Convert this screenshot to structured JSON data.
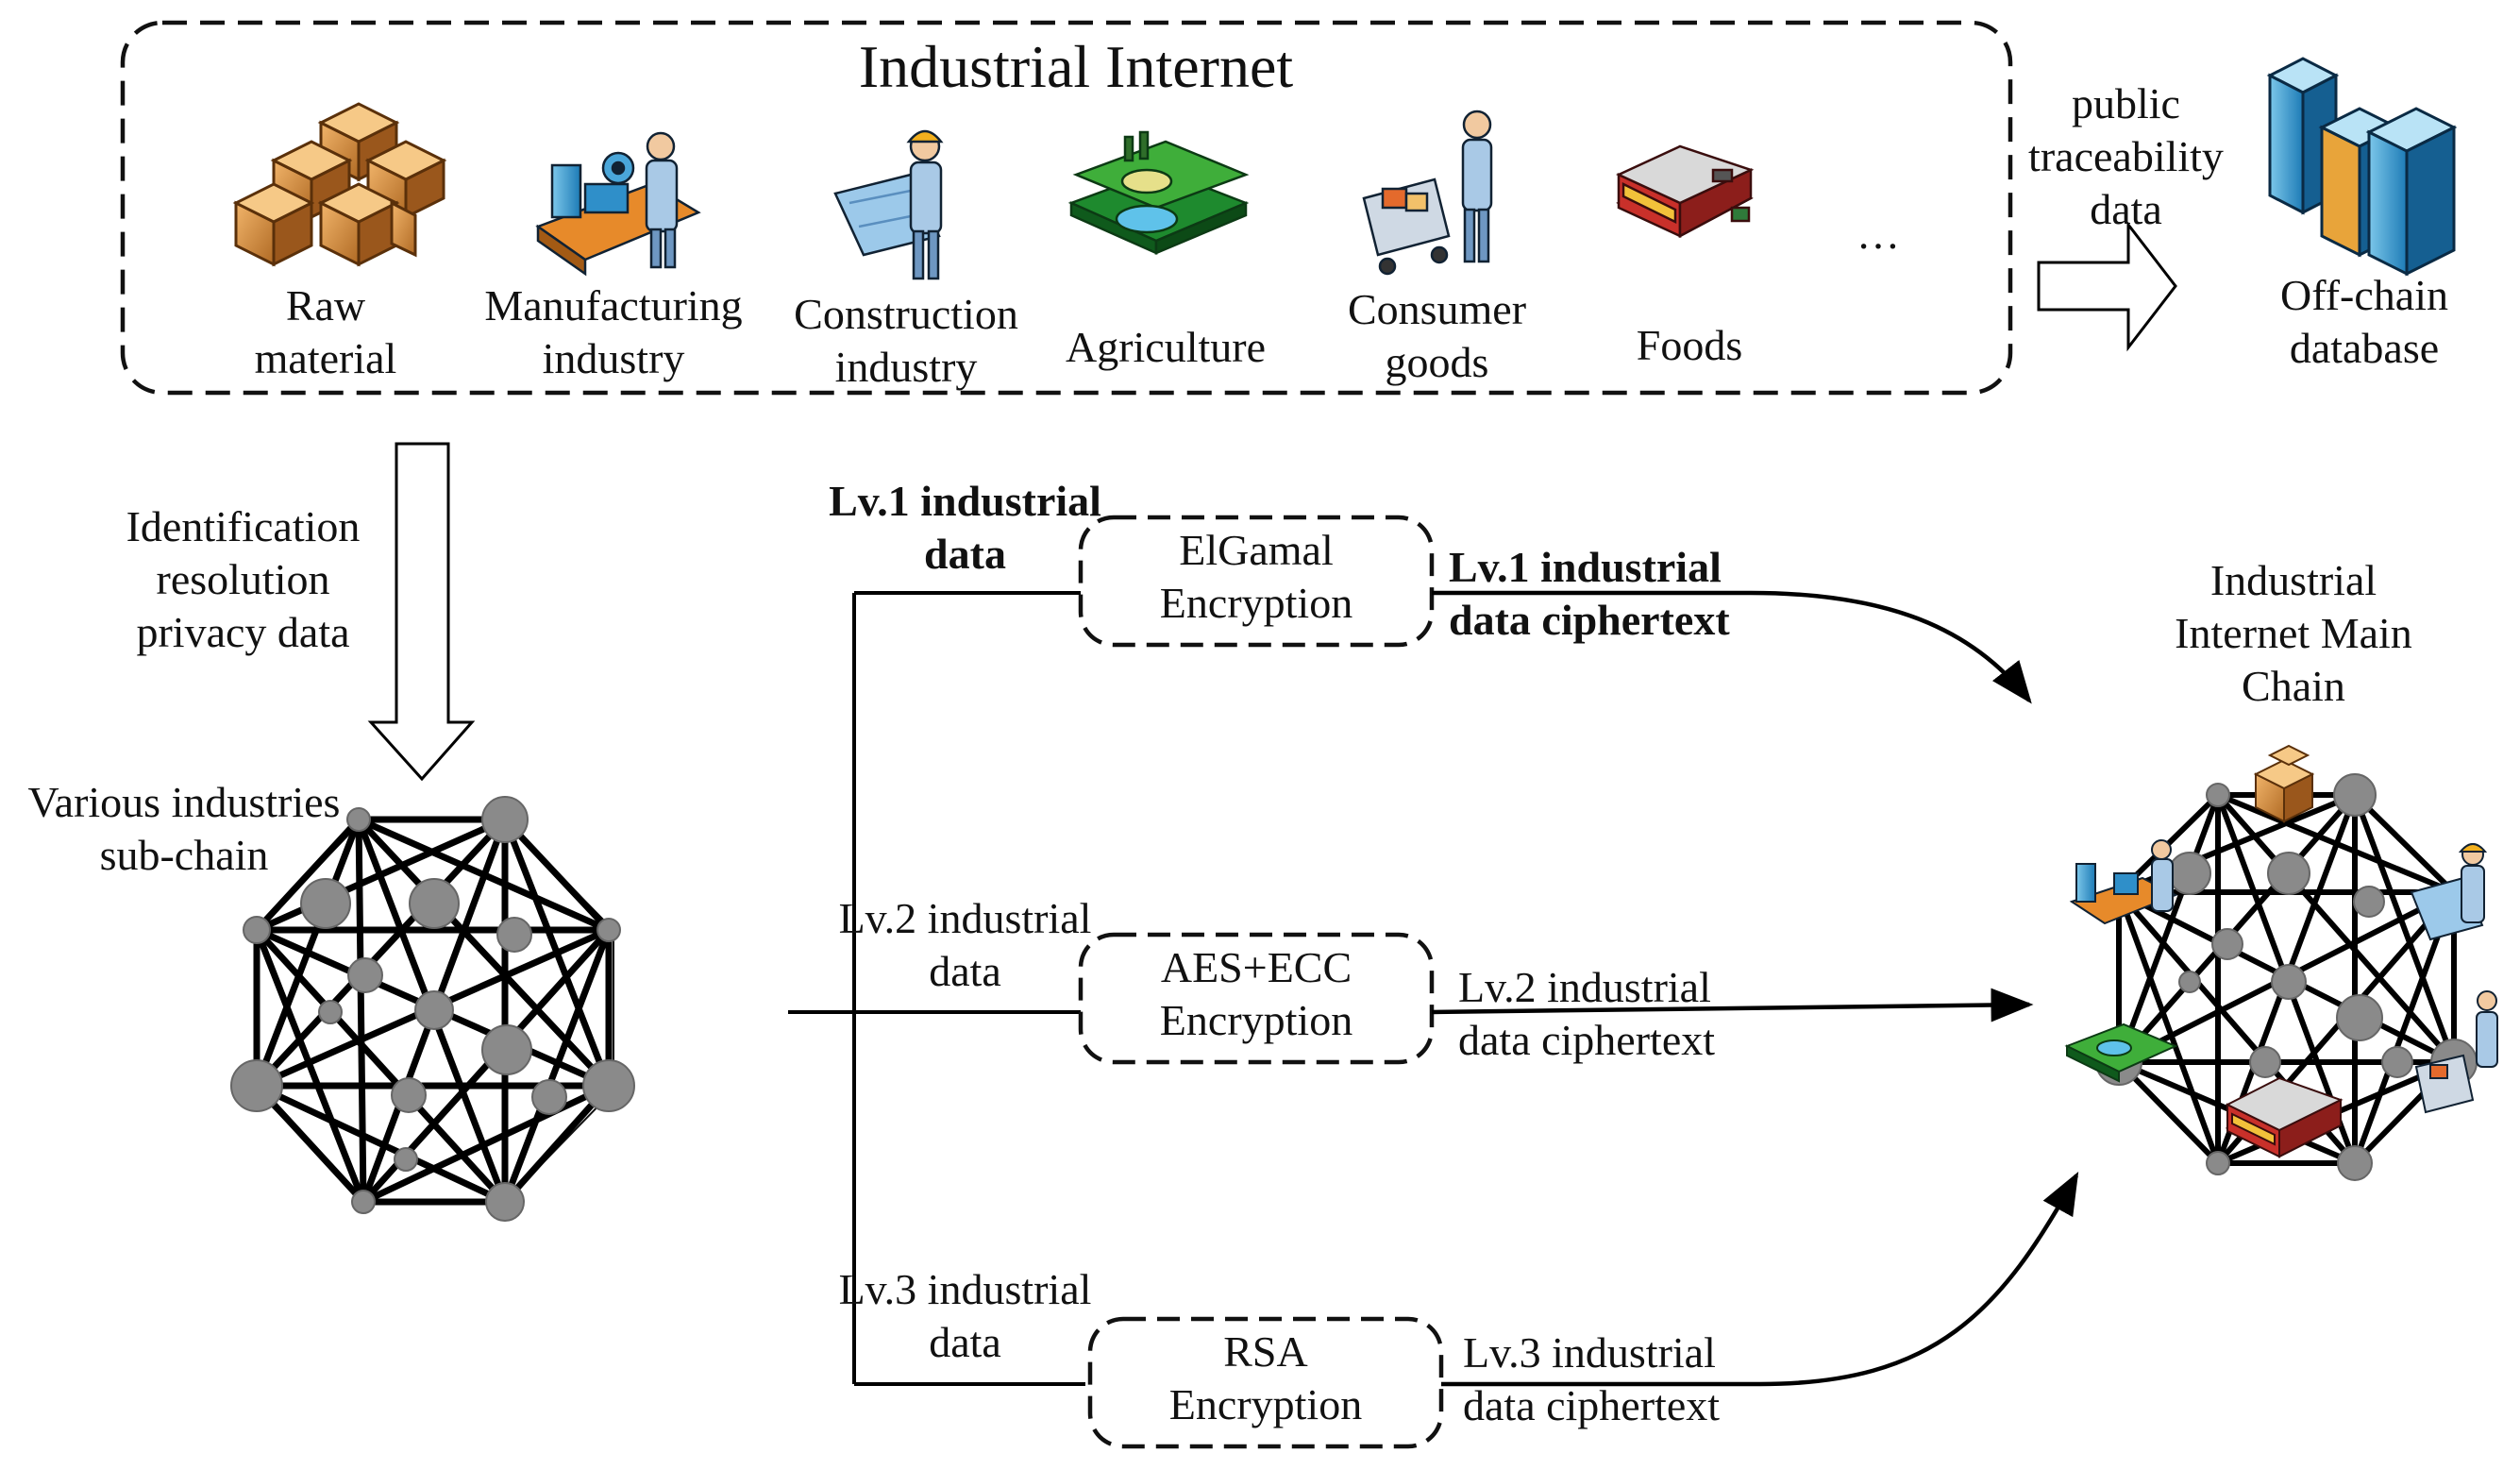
{
  "title": "Industrial Internet",
  "industries": [
    {
      "key": "raw",
      "line1": "Raw",
      "line2": "material"
    },
    {
      "key": "manufacturing",
      "line1": "Manufacturing",
      "line2": "industry"
    },
    {
      "key": "construction",
      "line1": "Construction",
      "line2": "industry"
    },
    {
      "key": "agriculture",
      "line1": "Agriculture",
      "line2": ""
    },
    {
      "key": "consumer",
      "line1": "Consumer",
      "line2": "goods"
    },
    {
      "key": "foods",
      "line1": "Foods",
      "line2": ""
    }
  ],
  "ellipsis": "…",
  "public_data": {
    "line1": "public",
    "line2": "traceability",
    "line3": "data"
  },
  "offchain": {
    "line1": "Off-chain",
    "line2": "database"
  },
  "identification": {
    "line1": "Identification",
    "line2": "resolution",
    "line3": "privacy data"
  },
  "subchain": {
    "line1": "Various industries",
    "line2": "sub-chain"
  },
  "main_chain": {
    "line1": "Industrial",
    "line2": "Internet Main",
    "line3": "Chain"
  },
  "levels": [
    {
      "in1": "Lv.1 industrial",
      "in2": "data",
      "enc1": "ElGamal",
      "enc2": "Encryption",
      "out1": "Lv.1 industrial",
      "out2": "data ciphertext"
    },
    {
      "in1": "Lv.2 industrial",
      "in2": "data",
      "enc1": "AES+ECC",
      "enc2": "Encryption",
      "out1": "Lv.2 industrial",
      "out2": "data ciphertext"
    },
    {
      "in1": "Lv.3 industrial",
      "in2": "data",
      "enc1": "RSA",
      "enc2": "Encryption",
      "out1": "Lv.3 industrial",
      "out2": "data ciphertext"
    }
  ]
}
